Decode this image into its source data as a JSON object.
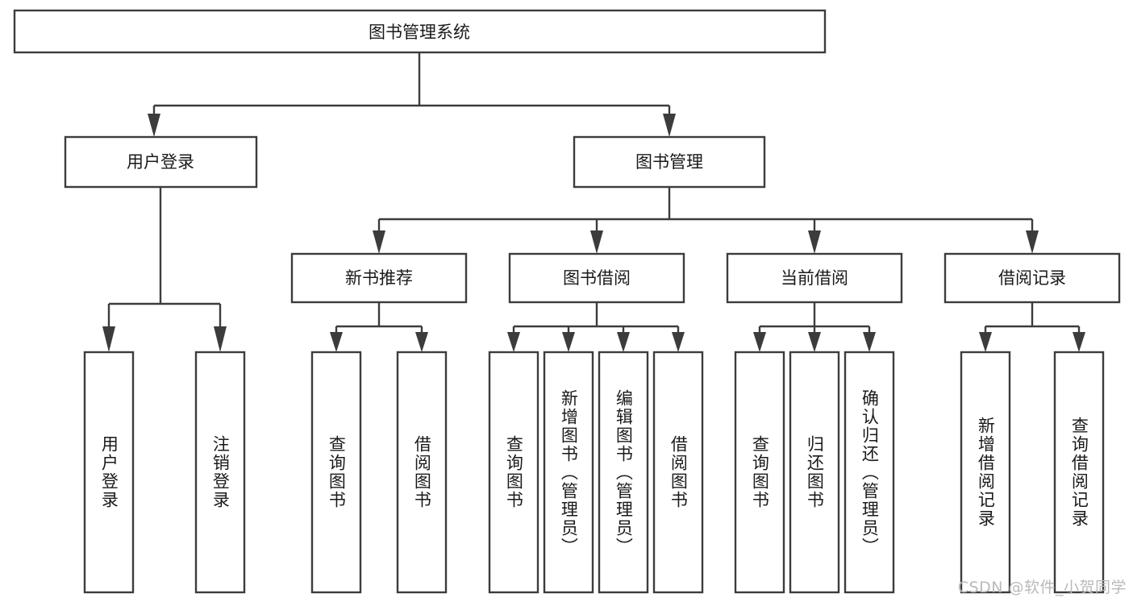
{
  "diagram": {
    "title": "图书管理系统",
    "watermark": "CSDN @软件_小贺同学",
    "type": "tree",
    "orientation": "top-down",
    "colors": {
      "box_stroke": "#3c3c3c",
      "box_fill": "#ffffff",
      "text": "#1a1a1a",
      "background": "#ffffff",
      "watermark": "#b9b9b9"
    },
    "root": {
      "label": "图书管理系统"
    },
    "level2": [
      {
        "label": "用户登录"
      },
      {
        "label": "图书管理"
      }
    ],
    "level3": [
      {
        "label": "新书推荐"
      },
      {
        "label": "图书借阅"
      },
      {
        "label": "当前借阅"
      },
      {
        "label": "借阅记录"
      }
    ],
    "leaves": {
      "user_login": [
        {
          "label": "用户登录"
        },
        {
          "label": "注销登录"
        }
      ],
      "new_book_recommend": [
        {
          "label": "查询图书"
        },
        {
          "label": "借阅图书"
        }
      ],
      "book_borrow": [
        {
          "label": "查询图书"
        },
        {
          "label": "新增图书（管理员）"
        },
        {
          "label": "编辑图书（管理员）"
        },
        {
          "label": "借阅图书"
        }
      ],
      "current_borrow": [
        {
          "label": "查询图书"
        },
        {
          "label": "归还图书"
        },
        {
          "label": "确认归还（管理员）"
        }
      ],
      "borrow_record": [
        {
          "label": "新增借阅记录"
        },
        {
          "label": "查询借阅记录"
        }
      ]
    }
  }
}
